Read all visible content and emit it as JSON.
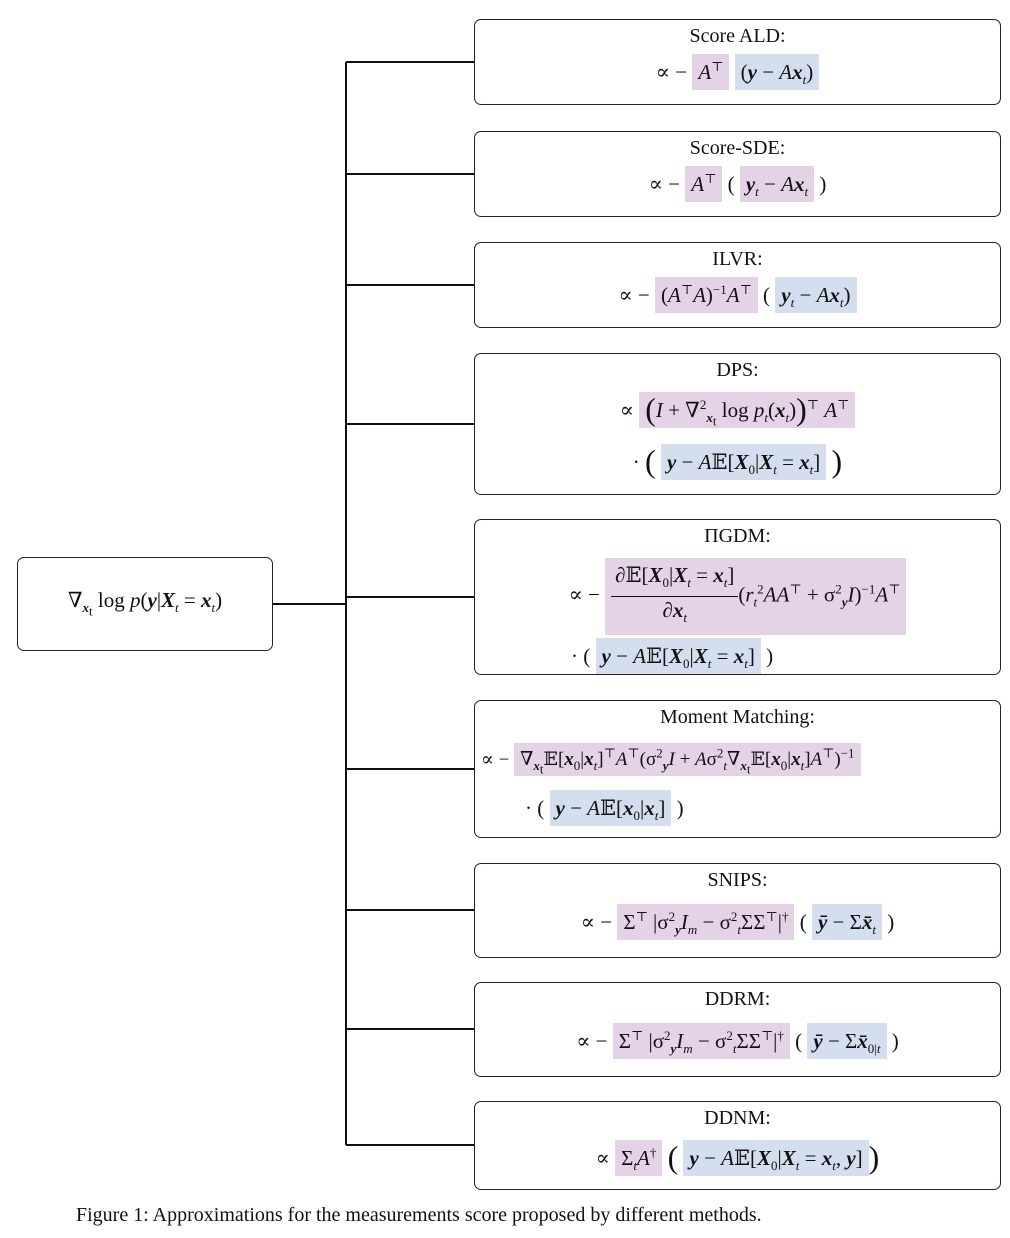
{
  "root": {
    "text": "∇xt log p(y|Xt = xt)"
  },
  "methods": [
    {
      "name": "Score ALD:"
    },
    {
      "name": "Score-SDE:"
    },
    {
      "name": "ILVR:"
    },
    {
      "name": "DPS:"
    },
    {
      "name": "ΠGDM:"
    },
    {
      "name": "Moment Matching:"
    },
    {
      "name": "SNIPS:"
    },
    {
      "name": "DDRM:"
    },
    {
      "name": "DDNM:"
    }
  ],
  "colors": {
    "pink_highlight": "#e4d2e6",
    "blue_highlight": "#d4deee",
    "border": "#222222"
  },
  "caption": "Figure 1: Approximations for the measurements score proposed by different methods."
}
